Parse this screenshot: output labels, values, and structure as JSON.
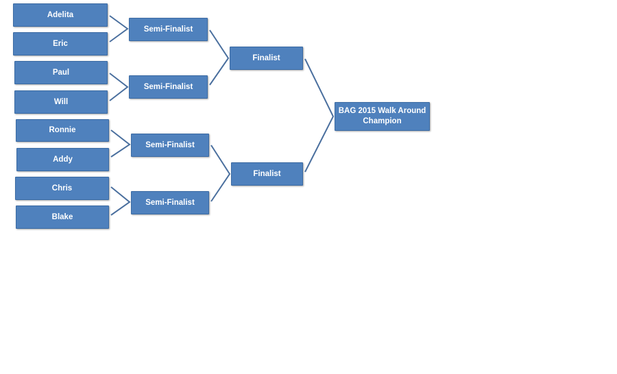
{
  "bracket": {
    "players": [
      "Adelita",
      "Eric",
      "Paul",
      "Will",
      "Ronnie",
      "Addy",
      "Chris",
      "Blake"
    ],
    "semifinal_label": "Semi-Finalist",
    "final_label": "Finalist",
    "champion_label": "BAG 2015 Walk Around Champion"
  },
  "colors": {
    "box_fill": "#4f81bd",
    "box_text": "#ffffff",
    "connector": "#4a6f9e"
  }
}
